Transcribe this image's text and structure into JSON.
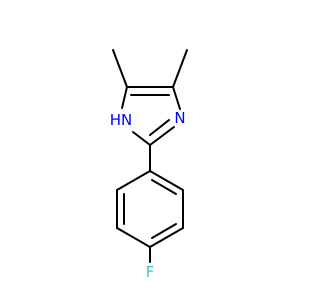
{
  "molecule": {
    "atoms": {
      "nh": {
        "text": "HN",
        "color": "#0000ff"
      },
      "n": {
        "text": "N",
        "color": "#0000ff"
      },
      "f": {
        "text": "F",
        "color": "#33cccc"
      }
    }
  }
}
